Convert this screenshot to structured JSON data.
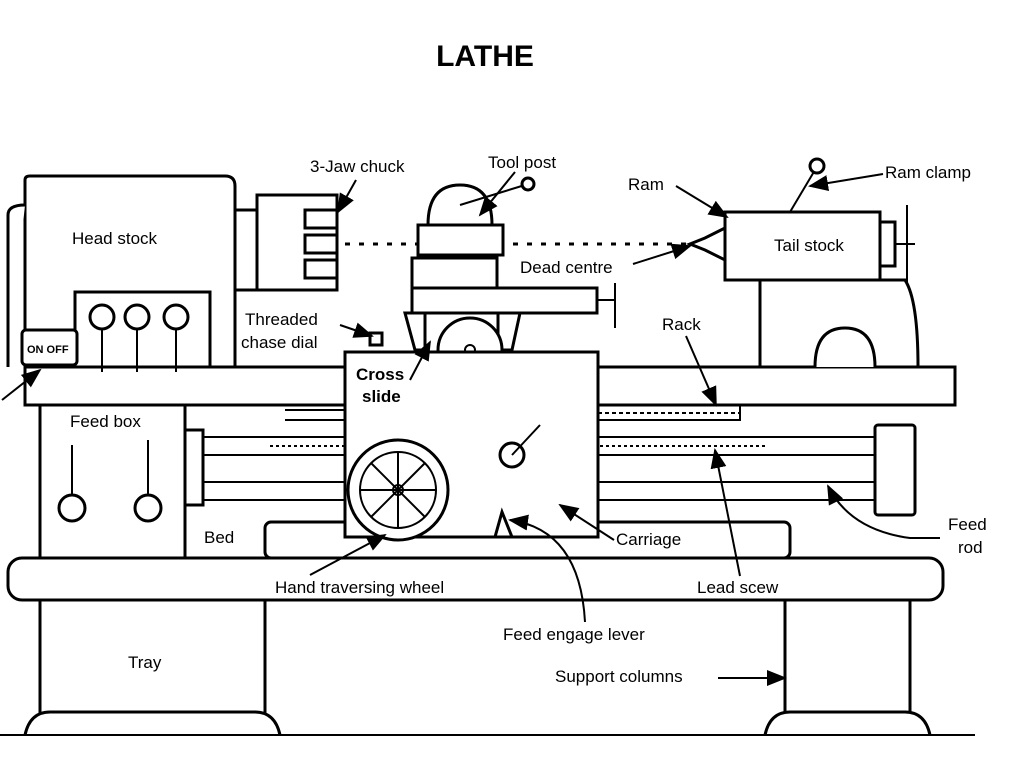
{
  "title": "LATHE",
  "labels": {
    "head_stock": "Head stock",
    "three_jaw_chuck": "3-Jaw chuck",
    "tool_post": "Tool post",
    "ram": "Ram",
    "ram_clamp": "Ram clamp",
    "tail_stock": "Tail stock",
    "dead_centre": "Dead centre",
    "threaded_line1": "Threaded",
    "threaded_line2": "chase dial",
    "rack": "Rack",
    "cross_line1": "Cross",
    "cross_line2": "slide",
    "on_off": "ON OFF",
    "feed_box": "Feed box",
    "bed": "Bed",
    "carriage": "Carriage",
    "feed_line1": "Feed",
    "feed_line2": "rod",
    "hand_traversing_wheel": "Hand traversing wheel",
    "lead_screw": "Lead scew",
    "feed_engage_lever": "Feed engage lever",
    "tray": "Tray",
    "support_columns": "Support columns"
  }
}
